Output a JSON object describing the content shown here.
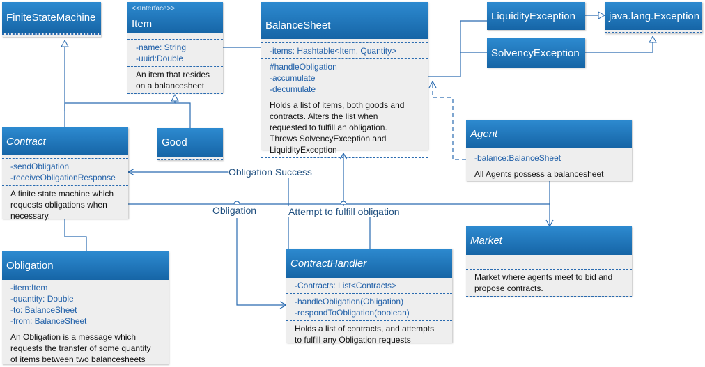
{
  "classes": {
    "fsm": {
      "name": "FiniteStateMachine"
    },
    "item": {
      "stereotype": "<<Interface>>",
      "name": "Item",
      "attributes": [
        "-name: String",
        "-uuid:Double"
      ],
      "description": [
        "An item that resides",
        "on a balancesheet"
      ]
    },
    "balance": {
      "name": "BalanceSheet",
      "attributes": [
        "-items: Hashtable<Item, Quantity>"
      ],
      "operations": [
        "#handleObligation",
        "-accumulate",
        "-decumulate"
      ],
      "description": [
        "Holds a list of items, both goods and",
        "contracts. Alters the list when",
        "requested to fulfill an obligation.",
        "Throws SolvencyException and",
        "LiquidityException"
      ]
    },
    "liquidity": {
      "name": "LiquidityException"
    },
    "solvency": {
      "name": "SolvencyException"
    },
    "exception": {
      "name": "java.lang.Exception"
    },
    "contract": {
      "name": "Contract",
      "operations": [
        "-sendObligation",
        "-receiveObligationResponse"
      ],
      "description": [
        "A finite state machine which",
        "requests obligations when",
        "necessary."
      ]
    },
    "good": {
      "name": "Good"
    },
    "agent": {
      "name": "Agent",
      "attributes": [
        "-balance:BalanceSheet"
      ],
      "description": [
        "All Agents possess a balancesheet"
      ]
    },
    "market": {
      "name": "Market",
      "description": [
        "Market where agents meet to bid and",
        "propose contracts."
      ]
    },
    "obligation": {
      "name": "Obligation",
      "attributes": [
        "-item:Item",
        "-quantity: Double",
        "-to: BalanceSheet",
        "-from: BalanceSheet"
      ],
      "description": [
        "An Obligation is a message which",
        "requests the transfer of some quantity",
        "of items between two balancesheets"
      ]
    },
    "handler": {
      "name": "ContractHandler",
      "attributes": [
        "-Contracts: List<Contracts>"
      ],
      "operations": [
        "-handleObligation(Obligation)",
        "-respondToObligation(boolean)"
      ],
      "description": [
        "Holds a list of contracts, and attempts",
        "to fulfill any Obligation requests"
      ]
    }
  },
  "labels": {
    "success": "Obligation Success",
    "obligation": "Obligation",
    "attempt": "Attempt to fulfill obligation"
  },
  "colors": {
    "header_top": "#2d8ad0",
    "header_bottom": "#1665a6",
    "line": "#2a6bb0",
    "body": "#eeeeee"
  }
}
